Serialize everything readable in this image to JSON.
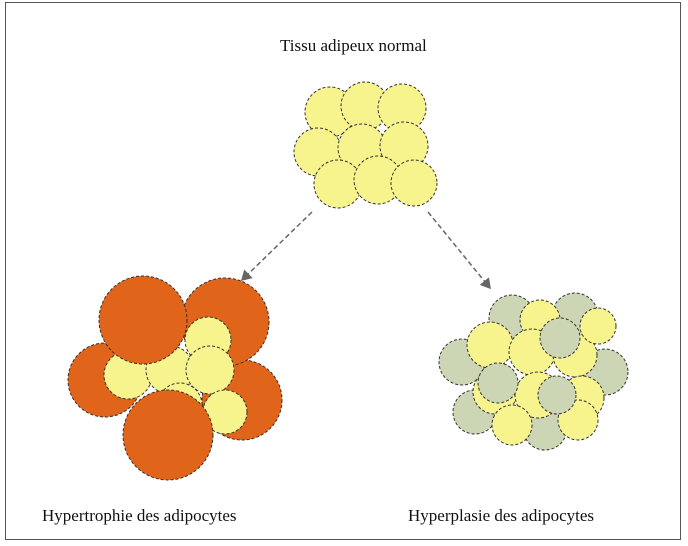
{
  "labels": {
    "top": "Tissu adipeux normal",
    "left": "Hypertrophie des adipocytes",
    "right": "Hyperplasie des adipocytes"
  },
  "colors": {
    "normal_cell": "#f7f48e",
    "hypertrophic_cell": "#e0641a",
    "hyperplastic_cell": "#cdd6b4",
    "arrow": "#666666"
  }
}
